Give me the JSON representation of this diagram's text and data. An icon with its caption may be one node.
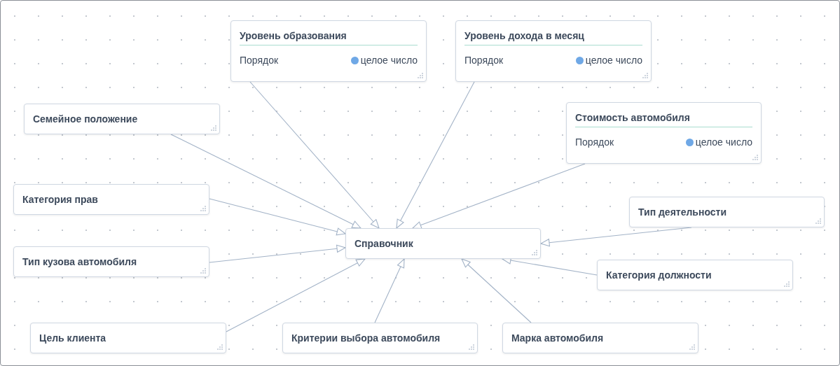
{
  "diagram": {
    "nodes": [
      {
        "text": [
          "Уровень образования",
          "Порядок",
          "целое число"
        ]
      },
      {
        "text": [
          "Уровень дохода в месяц",
          "Порядок",
          "целое число"
        ]
      },
      {
        "text": [
          "Семейное положение"
        ]
      },
      {
        "text": [
          "Стоимость автомобиля",
          "Порядок",
          "целое число"
        ]
      },
      {
        "text": [
          "Категория прав"
        ]
      },
      {
        "text": [
          "Справочник"
        ]
      },
      {
        "text": [
          "Тип деятельности"
        ]
      },
      {
        "text": [
          "Тип кузова автомобиля"
        ]
      },
      {
        "text": [
          "Категория должности"
        ]
      },
      {
        "text": [
          "Цель клиента"
        ]
      },
      {
        "text": [
          "Критерии выбора автомобиля"
        ]
      },
      {
        "text": [
          "Марка автомобиля"
        ]
      }
    ],
    "edges": [
      {
        "from": 0,
        "to": 5,
        "arrow": "to"
      },
      {
        "from": 1,
        "to": 5,
        "arrow": "to"
      },
      {
        "from": 2,
        "to": 5,
        "arrow": "to"
      },
      {
        "from": 3,
        "to": 5,
        "arrow": "to"
      },
      {
        "from": 4,
        "to": 5,
        "arrow": "to"
      },
      {
        "from": 6,
        "to": 5,
        "arrow": "to"
      },
      {
        "from": 7,
        "to": 5,
        "arrow": "to"
      },
      {
        "from": 8,
        "to": 5,
        "arrow": "to"
      },
      {
        "from": 9,
        "to": 5,
        "arrow": "to"
      },
      {
        "from": 10,
        "to": 5,
        "arrow": "to"
      },
      {
        "from": 11,
        "to": 5,
        "arrow": "to"
      }
    ]
  }
}
